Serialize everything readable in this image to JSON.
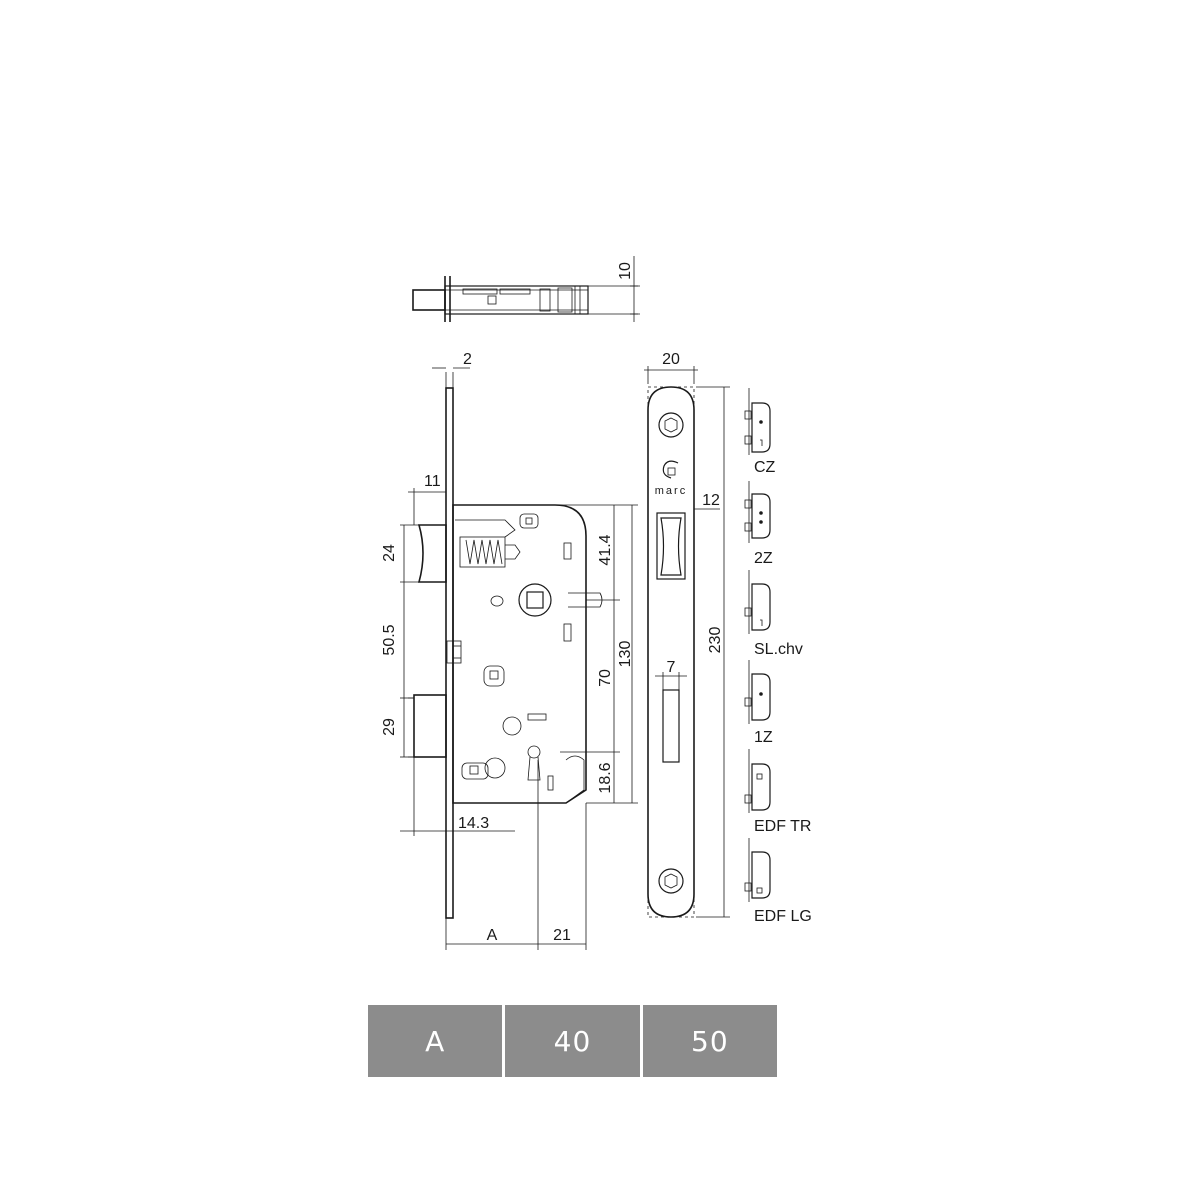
{
  "dimensions": {
    "top_thickness": "10",
    "faceplate_thickness": "2",
    "faceplate_width": "20",
    "latch_projection": "11",
    "latch_height": "24",
    "latch_to_follower": "41.4",
    "follower_to_deadbolt": "50.5",
    "deadbolt_height": "29",
    "deadbolt_projection": "14.3",
    "case_height": "130",
    "follower_to_key": "70",
    "key_to_bottom": "18.6",
    "faceplate_length": "230",
    "strike_offset": "12",
    "slot_width": "7",
    "backset": "A",
    "key_offset": "21"
  },
  "logo": {
    "brand": "marc"
  },
  "variants": [
    "CZ",
    "2Z",
    "SL.chv",
    "1Z",
    "EDF TR",
    "EDF LG"
  ],
  "table": {
    "cells": [
      "A",
      "40",
      "50"
    ]
  }
}
